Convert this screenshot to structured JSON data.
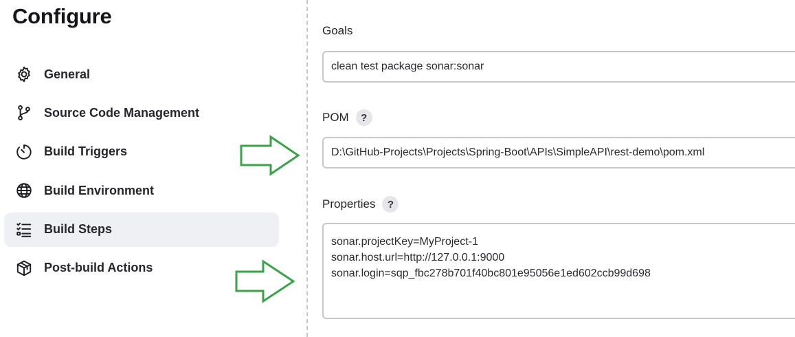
{
  "sidebar": {
    "title": "Configure",
    "items": [
      {
        "label": "General",
        "icon": "gear-icon",
        "active": false
      },
      {
        "label": "Source Code Management",
        "icon": "git-branch-icon",
        "active": false
      },
      {
        "label": "Build Triggers",
        "icon": "timer-icon",
        "active": false
      },
      {
        "label": "Build Environment",
        "icon": "globe-icon",
        "active": false
      },
      {
        "label": "Build Steps",
        "icon": "list-icon",
        "active": true
      },
      {
        "label": "Post-build Actions",
        "icon": "package-icon",
        "active": false
      }
    ]
  },
  "form": {
    "goals": {
      "label": "Goals",
      "value": "clean test package sonar:sonar"
    },
    "pom": {
      "label": "POM",
      "help": "?",
      "value": "D:\\GitHub-Projects\\Projects\\Spring-Boot\\APIs\\SimpleAPI\\rest-demo\\pom.xml"
    },
    "properties": {
      "label": "Properties",
      "help": "?",
      "value": "sonar.projectKey=MyProject-1\nsonar.host.url=http://127.0.0.1:9000\nsonar.login=sqp_fbc278b701f40bc801e95056e1ed602ccb99d698"
    }
  },
  "colors": {
    "arrow": "#3aa34a",
    "active_bg": "#eef0f4",
    "input_border": "#c4c8c6"
  }
}
